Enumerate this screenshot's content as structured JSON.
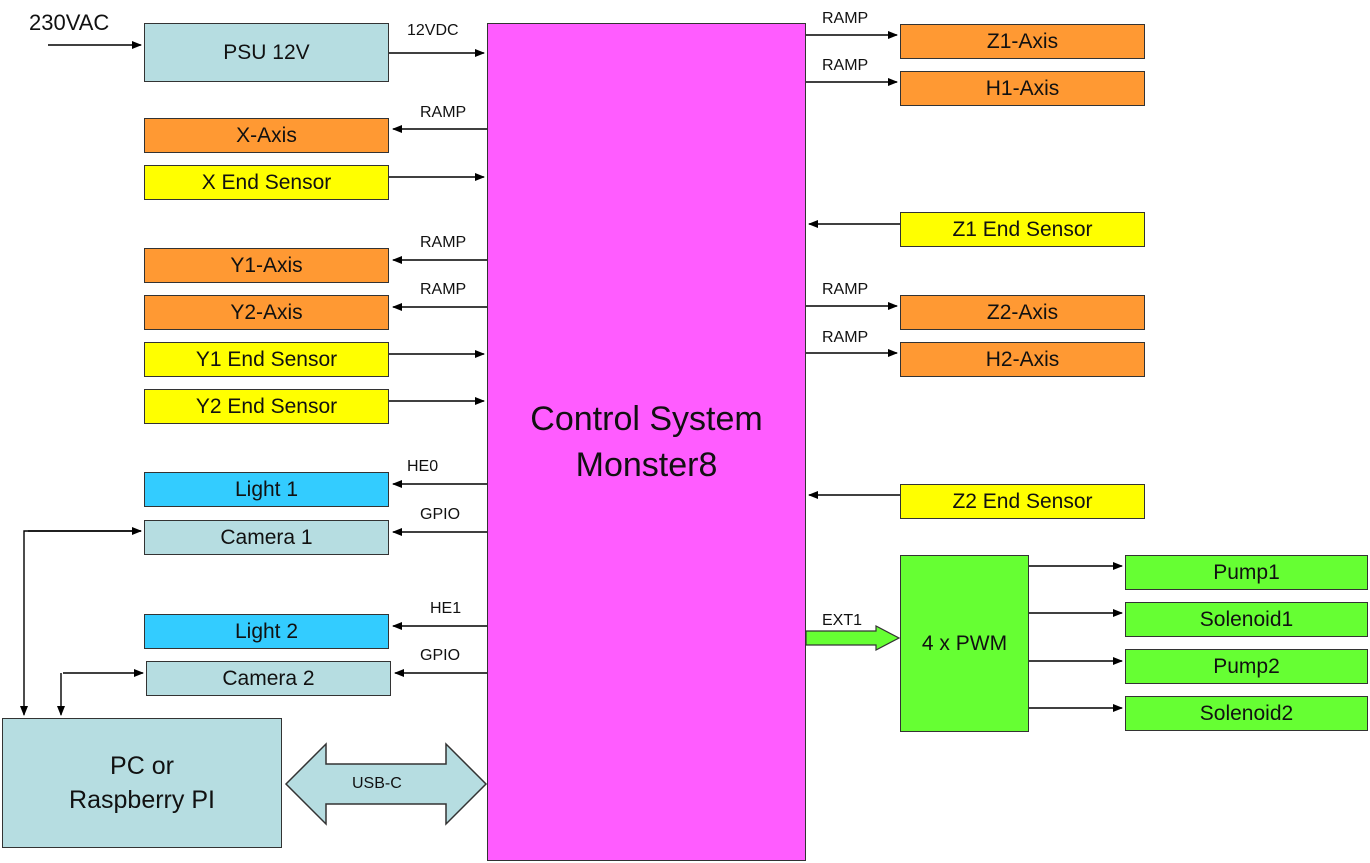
{
  "input_label": "230VAC",
  "psu": {
    "label": "PSU 12V",
    "output": "12VDC"
  },
  "controller": {
    "line1": "Control System",
    "line2": "Monster8"
  },
  "left_blocks": {
    "x_axis": {
      "label": "X-Axis",
      "signal": "RAMP"
    },
    "x_end_sensor": {
      "label": "X End Sensor"
    },
    "y1_axis": {
      "label": "Y1-Axis",
      "signal": "RAMP"
    },
    "y2_axis": {
      "label": "Y2-Axis",
      "signal": "RAMP"
    },
    "y1_end_sensor": {
      "label": "Y1 End Sensor"
    },
    "y2_end_sensor": {
      "label": "Y2 End Sensor"
    },
    "light1": {
      "label": "Light 1",
      "signal": "HE0"
    },
    "camera1": {
      "label": "Camera 1",
      "signal": "GPIO"
    },
    "light2": {
      "label": "Light 2",
      "signal": "HE1"
    },
    "camera2": {
      "label": "Camera 2",
      "signal": "GPIO"
    }
  },
  "host": {
    "line1": "PC or",
    "line2": "Raspberry PI",
    "link": "USB-C"
  },
  "right_blocks": {
    "z1_axis": {
      "label": "Z1-Axis",
      "signal": "RAMP"
    },
    "h1_axis": {
      "label": "H1-Axis",
      "signal": "RAMP"
    },
    "z1_end_sensor": {
      "label": "Z1 End Sensor"
    },
    "z2_axis": {
      "label": "Z2-Axis",
      "signal": "RAMP"
    },
    "h2_axis": {
      "label": "H2-Axis",
      "signal": "RAMP"
    },
    "z2_end_sensor": {
      "label": "Z2 End Sensor"
    }
  },
  "pwm": {
    "label": "4 x PWM",
    "link": "EXT1",
    "outputs": [
      "Pump1",
      "Solenoid1",
      "Pump2",
      "Solenoid2"
    ]
  },
  "colors": {
    "controller": "#ff5cff",
    "motor": "#ff9933",
    "sensor": "#ffff00",
    "light": "#33ccff",
    "camera_psu_host": "#b6dde1",
    "pwm": "#66ff33"
  }
}
